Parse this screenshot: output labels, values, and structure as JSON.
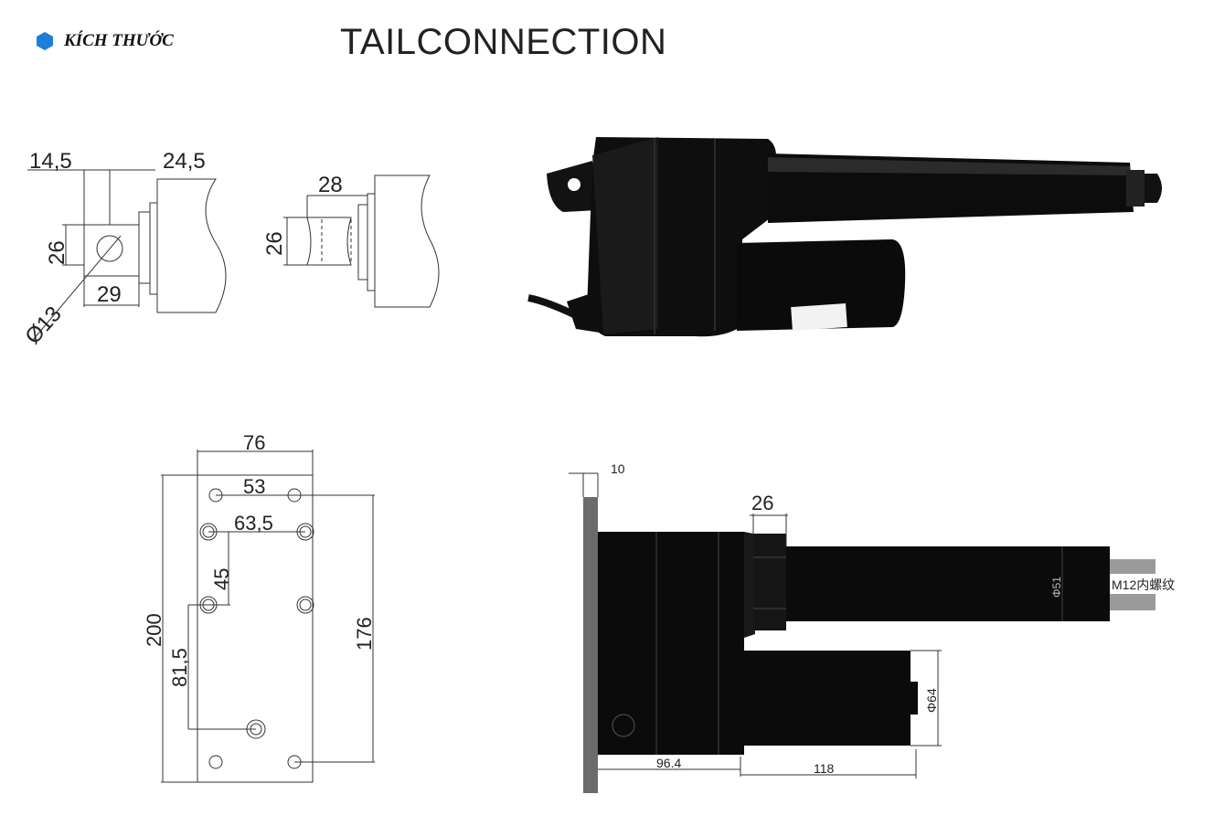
{
  "header": {
    "section_label": "KÍCH THƯỚC",
    "title": "TAILCONNECTION"
  },
  "drawing_1": {
    "top_left": "14,5",
    "top_right": "24,5",
    "height": "26",
    "width": "29",
    "hole": "Ø13"
  },
  "drawing_2": {
    "width": "28",
    "height": "26"
  },
  "mount_plate": {
    "outer_width": "76",
    "top_holes": "53",
    "inner_holes": "63,5",
    "vertical_45": "45",
    "total_height": "200",
    "hole_span": "176",
    "offset": "81,5"
  },
  "side_view": {
    "plate_thickness": "10",
    "collar": "26",
    "rod_dia": "Φ51",
    "thread": "M12内螺纹",
    "motor_dia": "Φ64",
    "body_len": "96.4",
    "motor_len": "118"
  },
  "colors": {
    "badge": "#1e7fd8",
    "line": "#333333",
    "body": "#0d0d0d"
  }
}
